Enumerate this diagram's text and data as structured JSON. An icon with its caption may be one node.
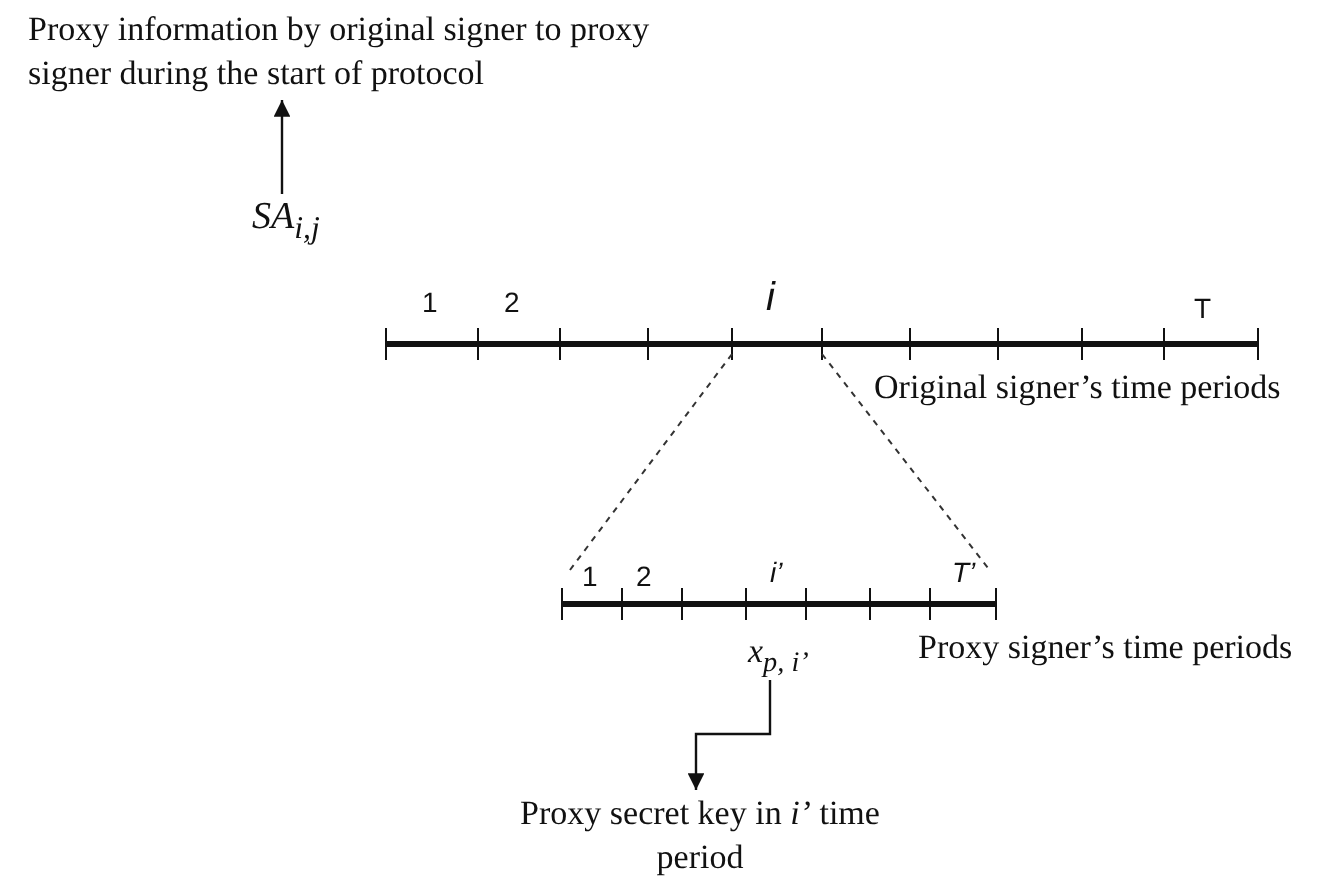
{
  "diagram": {
    "nodes": [
      {
        "text": [
          "Proxy information by original signer to proxy signer during the start of protocol"
        ]
      },
      {
        "text": [
          "SA$_{i,j}$"
        ]
      },
      {
        "text": [
          "x$_{p, i’}$"
        ]
      },
      {
        "text": [
          "Proxy secret key in *i’* time period"
        ]
      }
    ],
    "edges": [
      {
        "from": 1,
        "to": 0,
        "arrow": "to"
      },
      {
        "from": 2,
        "to": 3,
        "arrow": "to"
      }
    ],
    "labels": [
      "1",
      "2",
      "i",
      "T",
      "Original signer’s time periods",
      "1",
      "2",
      "i’",
      "T’",
      "Proxy signer’s time periods"
    ]
  }
}
